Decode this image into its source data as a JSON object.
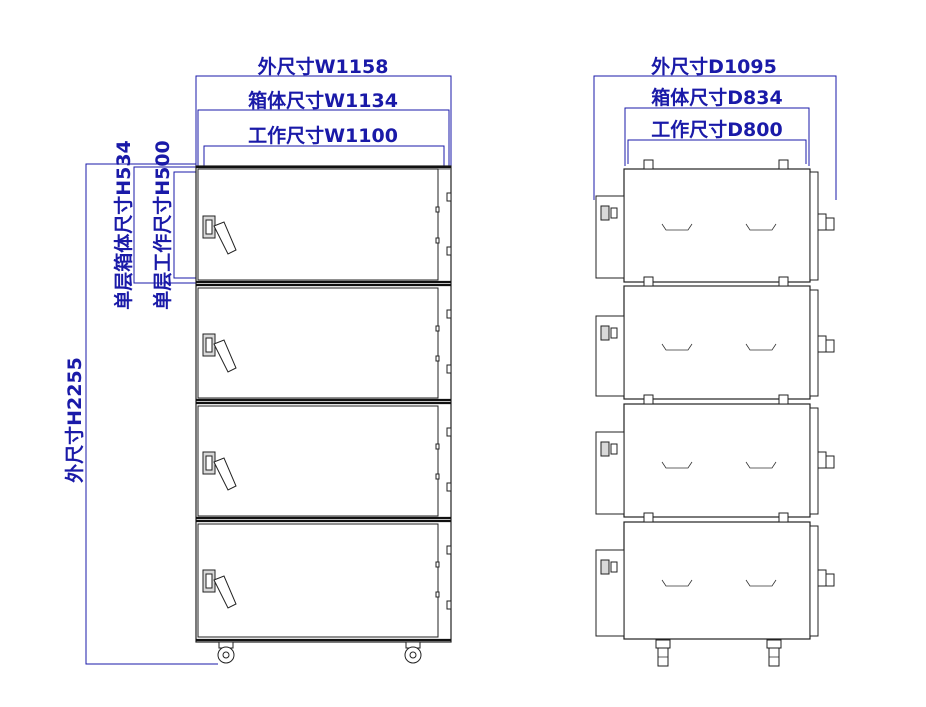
{
  "front_view": {
    "overall_width_label": "外尺寸W1158",
    "box_width_label": "箱体尺寸W1134",
    "work_width_label": "工作尺寸W1100",
    "overall_height_label": "外尺寸H2255",
    "single_box_height_label": "单层箱体尺寸H534",
    "single_work_height_label": "单层工作尺寸H500"
  },
  "side_view": {
    "overall_depth_label": "外尺寸D1095",
    "box_depth_label": "箱体尺寸D834",
    "work_depth_label": "工作尺寸D800"
  }
}
